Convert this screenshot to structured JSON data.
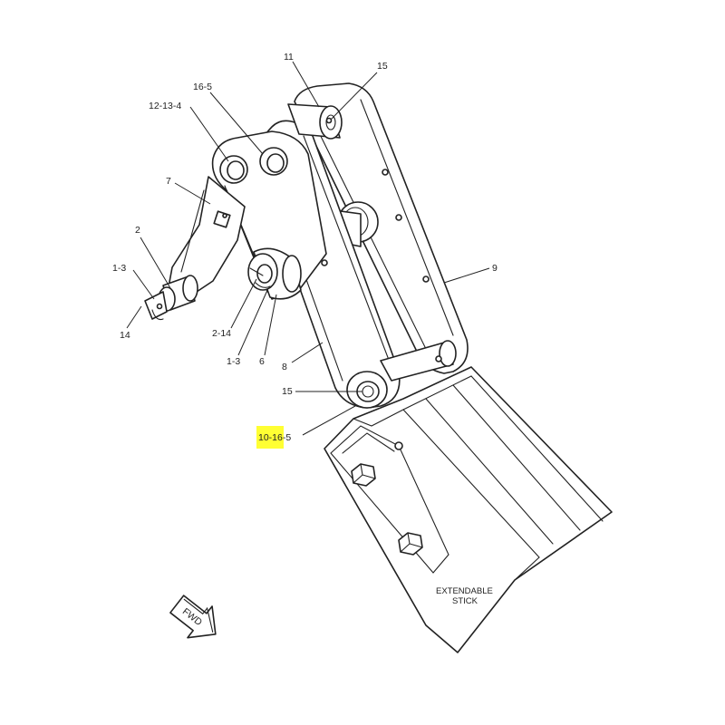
{
  "callouts": {
    "c11": "11",
    "c15_top": "15",
    "c16_5_top": "16-5",
    "c12_13_4": "12-13-4",
    "c7": "7",
    "c2": "2",
    "c1_3_left": "1-3",
    "c14_left": "14",
    "c2_14": "2-14",
    "c1_3_mid": "1-3",
    "c6": "6",
    "c8": "8",
    "c9": "9",
    "c15_mid": "15",
    "c10_16_5": "10-16-5"
  },
  "stick_label_line1": "EXTENDABLE",
  "stick_label_line2": "STICK",
  "fwd_label": "FWD",
  "highlight_color": "#ffff33"
}
